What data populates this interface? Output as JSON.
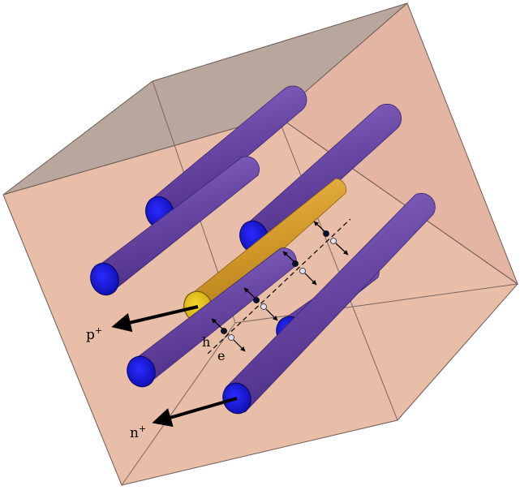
{
  "labels": {
    "p_electrode": "p",
    "p_sup": "+",
    "n_electrode": "n",
    "n_sup": "+",
    "hole": "h",
    "electron": "e"
  },
  "colors": {
    "cube_fill": "#e8bda9",
    "cube_top": "#b8a69c",
    "cube_edge": "#6e5b55",
    "n_column": "#6a4aa8",
    "n_column_end": "#1a1acc",
    "p_column": "#d8a33a",
    "p_column_end": "#e8c40e",
    "arrow": "#000000",
    "hole_dot": "#0b1030",
    "electron_dot": "#e0e0f0"
  },
  "icons": {
    "hole_carrier": "filled-dot-icon",
    "electron_carrier": "hollow-dot-icon"
  }
}
